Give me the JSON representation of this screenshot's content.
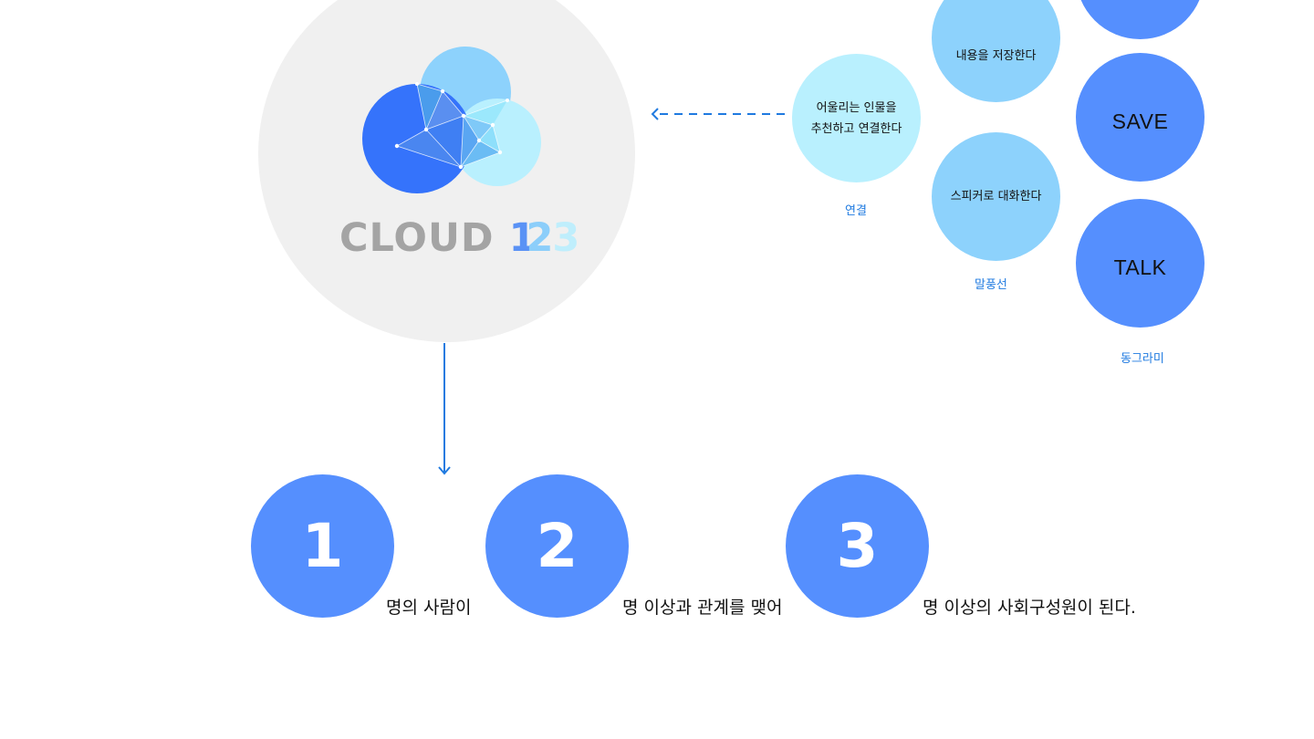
{
  "brand": {
    "word": "CLOUD",
    "digit1": "1",
    "digit2": "2",
    "digit3": "3"
  },
  "features": {
    "connect": {
      "text": "어울리는 인물을\n추천하고 연결한다",
      "caption": "연결"
    },
    "save": {
      "text": "내용을 저장한다",
      "label": "SAVE"
    },
    "talk": {
      "text": "스피커로 대화한다",
      "label": "TALK",
      "caption_bubble": "말풍선"
    },
    "group_caption": "동그라미"
  },
  "steps": [
    {
      "number": "1",
      "text": "명의 사람이"
    },
    {
      "number": "2",
      "text": "명 이상과 관계를 맺어"
    },
    {
      "number": "3",
      "text": "명 이상의 사회구성원이 된다."
    }
  ],
  "colors": {
    "accent_blue": "#558ffe",
    "light_blue": "#8dd2fc",
    "pale_blue": "#b9f0fe",
    "caption_blue": "#1f7ae0",
    "digit1": "#5a92f5",
    "digit2": "#8ccefa",
    "digit3": "#bfeefc",
    "gray": "#a4a4a4",
    "circle_bg": "#f0f0f0"
  },
  "icons": {
    "logo": "cloud-network-icon",
    "arrow_left": "chevron-left-icon",
    "arrow_down": "arrow-down-icon"
  }
}
